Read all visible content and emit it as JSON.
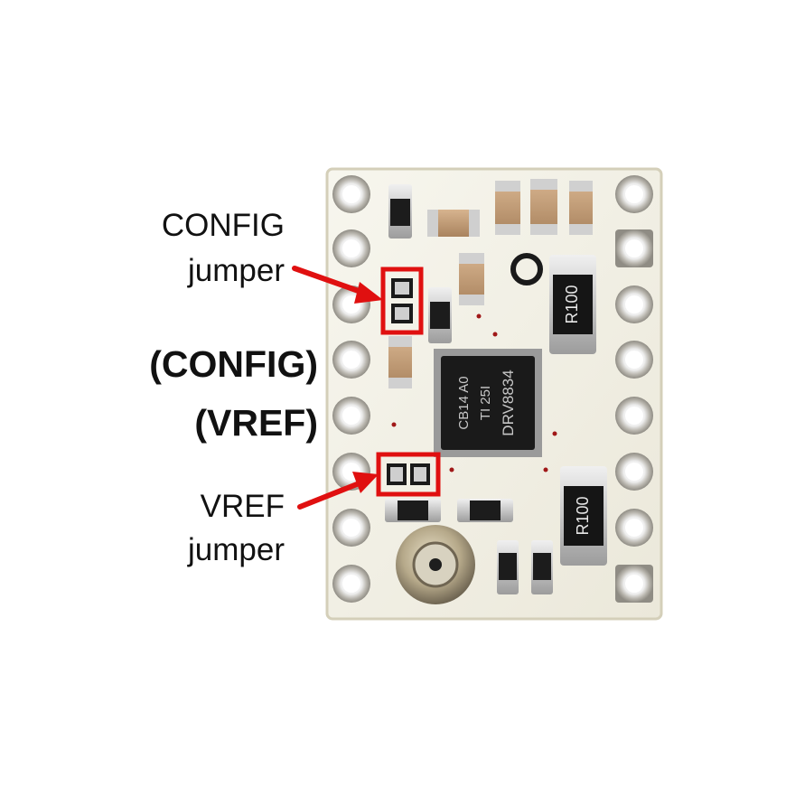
{
  "labels": {
    "config_jumper_line1": "CONFIG",
    "config_jumper_line2": "jumper",
    "config_pin": "(CONFIG)",
    "vref_pin": "(VREF)",
    "vref_jumper_line1": "VREF",
    "vref_jumper_line2": "jumper"
  },
  "markings": {
    "ic": "DRV8834",
    "ic_lot": "TI 25I",
    "ic_code": "CB14 A0",
    "sense_resistor_top": "R100",
    "sense_resistor_bottom": "R100"
  },
  "colors": {
    "board": "#f3f1e6",
    "board_edge": "#d9d4c0",
    "pad": "#c9c6bd",
    "ic": "#1a1a1a",
    "highlight": "#e01010",
    "text": "#111111"
  }
}
